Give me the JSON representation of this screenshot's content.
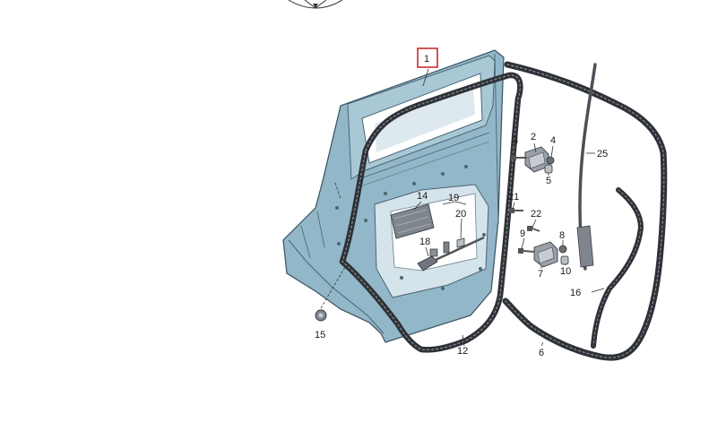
{
  "diagram": {
    "highlight_color": "#c81e1e",
    "door_color": "#8fb5c6",
    "callouts": {
      "c1": "1",
      "c2": "2",
      "c3": "3",
      "c4": "4",
      "c5": "5",
      "c6": "6",
      "c7": "7",
      "c8": "8",
      "c9": "9",
      "c10": "10",
      "c12": "12",
      "c14": "14",
      "c15": "15",
      "c16": "16",
      "c18": "18",
      "c19": "19",
      "c20": "20",
      "c21": "21",
      "c22": "22",
      "c25": "25"
    }
  }
}
